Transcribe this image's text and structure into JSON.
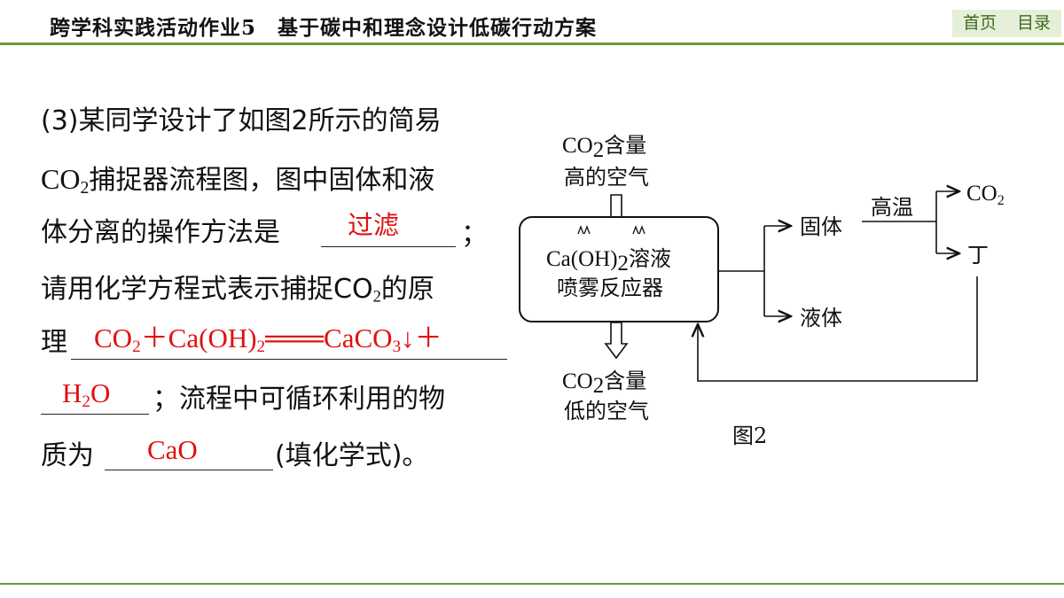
{
  "header": {
    "title": "跨学科实践活动作业5　基于碳中和理念设计低碳行动方案",
    "nav_home": "首页",
    "nav_contents": "目录"
  },
  "question": {
    "l1": "(3)某同学设计了如图2所示的简易",
    "l2_a": "CO",
    "l2_sub": "2",
    "l2_b": "捕捉器流程图，图中固体和液",
    "l3_a": "体分离的操作方法是",
    "l3_b": "；",
    "l4_a": "请用化学方程式表示捕捉CO",
    "l4_sub": "2",
    "l4_b": "的原",
    "l5": "理",
    "l6": "；流程中可循环利用的物",
    "l7_a": "质为",
    "l7_b": "(填化学式)。"
  },
  "answers": {
    "separation": "过滤",
    "eq_co": "CO",
    "eq_co_sub": "2",
    "eq_mid": "＋Ca(OH)",
    "eq_mid_sub": "2",
    "eq_arrow": "═══",
    "eq_prod": "CaCO",
    "eq_prod_sub": "3",
    "eq_end": "↓＋",
    "h2o_h": "H",
    "h2o_sub": "2",
    "h2o_o": "O",
    "recycle": "CaO"
  },
  "diagram": {
    "in_l1_a": "CO",
    "in_l1_sub": "2",
    "in_l1_b": "含量",
    "in_l2": "高的空气",
    "reactor_l1_a": "Ca(OH)",
    "reactor_l1_sub": "2",
    "reactor_l1_b": "溶液",
    "reactor_l2": "喷雾反应器",
    "solid": "固体",
    "liquid": "液体",
    "high_temp": "高温",
    "out_co2_a": "CO",
    "out_co2_sub": "2",
    "ding": "丁",
    "out_l1_a": "CO",
    "out_l1_sub": "2",
    "out_l1_b": "含量",
    "out_l2": "低的空气",
    "caption": "图2"
  }
}
